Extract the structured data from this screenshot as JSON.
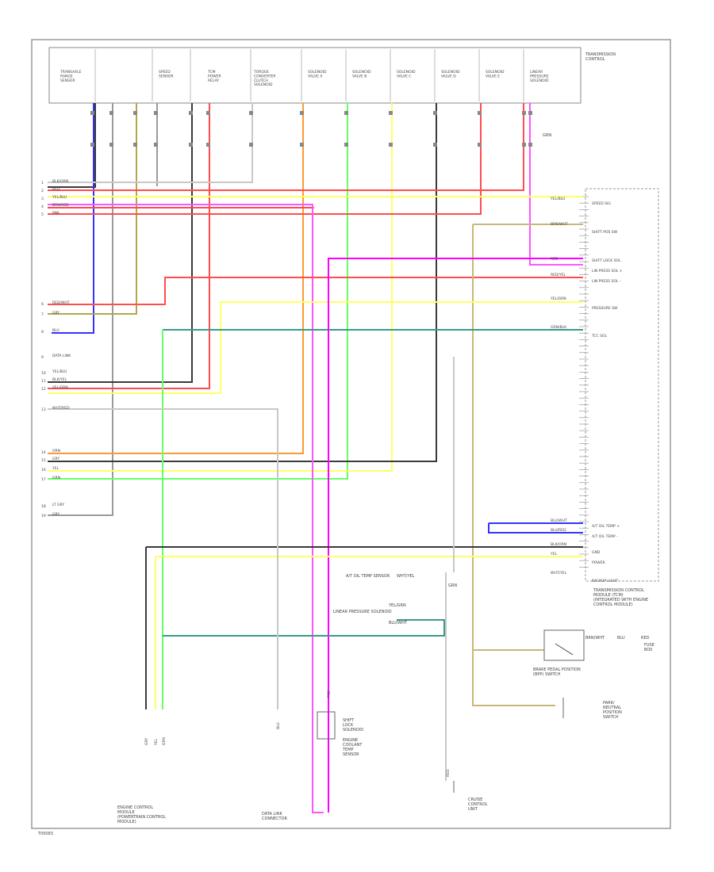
{
  "diagram": {
    "page_number": "T00083",
    "title_right": "TRANSMISSION\nCONTROL",
    "top_connectors": [
      "TRANSAXLE\nRANGE\nSENSOR",
      "",
      "SPEED\nSENSOR",
      "TCM\nPOWER\nRELAY",
      "TORQUE\nCONVERTER\nCLUTCH\nSOLENOID",
      "SOLENOID\nVALVE A",
      "SOLENOID\nVALVE B",
      "SOLENOID\nVALVE C",
      "SOLENOID\nVALVE D",
      "SOLENOID\nVALVE E",
      "LINEAR\nPRESSURE\nSOLENOID"
    ],
    "upper_right_label": "GRN",
    "left_wire_labels": [
      "BLK/ORN",
      "RED",
      "YEL/BLU",
      "BRN/RED",
      "PNK",
      "RED/WHT",
      "GRY",
      "BLU",
      "DATA LINK",
      "YEL/BLU",
      "BLK/YEL",
      "YEL/GRN",
      "WHT/RED",
      "ORN",
      "GRY",
      "YEL",
      "GRN",
      "LT GRY",
      "GRY"
    ],
    "tcm_pin_labels": [
      "SPEED SIG",
      "SHIFT POS SW",
      "SHIFT LOCK SOL",
      "LIN PRESS SOL +",
      "LIN PRESS SOL -",
      "PRESSURE SW",
      "TCC SOL",
      "A/T OIL TEMP +",
      "A/T OIL TEMP -",
      "GND",
      "POWER",
      "BACKUP LIGHT"
    ],
    "tcm_wire_labels": [
      "YEL/BLU",
      "BRN/WHT",
      "RED",
      "RED/YEL",
      "YEL/GRN",
      "GRN/BLK",
      "BLU/WHT",
      "BLU/RED",
      "BLK/ORN",
      "YEL",
      "WHT/YEL"
    ],
    "tcm_box_label": "TRANSMISSION CONTROL\nMODULE (TCM)\n(INTEGRATED WITH ENGINE\nCONTROL MODULE)",
    "center_labels": [
      "A/T OIL TEMP SENSOR",
      "WHT/YEL",
      "LINEAR PRESSURE SOLENOID",
      "YEL/GRN",
      "BLU/WHT",
      "GRN"
    ],
    "right_switch_label": "BRAKE PEDAL POSITION\n(BPP) SWITCH",
    "right_switch_wires": [
      "BRN/WHT",
      "BLU",
      "RED"
    ],
    "right_fuse_label": "FUSE\nBOX",
    "right_ground_label": "PARK/\nNEUTRAL\nPOSITION\nSWITCH",
    "bottom_labels": [
      "ENGINE CONTROL\nMODULE\n(POWERTRAIN CONTROL\nMODULE)",
      "DATA LINK\nCONNECTOR",
      "SHIFT\nLOCK\nSOLENOID",
      "CRUISE\nCONTROL\nUNIT",
      "ENGINE\nCOOLANT\nTEMP\nSENSOR"
    ],
    "bottom_wire_labels": [
      "GRY",
      "YEL",
      "GRN",
      "BLU",
      "PNK",
      "RED"
    ],
    "colors": {
      "black": "#3a3a3a",
      "gray": "#9a9a9a",
      "lightgray": "#c8c8c8",
      "red": "#ff4d4d",
      "pink": "#ff55ff",
      "magenta": "#ff00ff",
      "blue": "#3333ff",
      "yellow": "#ffff66",
      "olive": "#b5a64a",
      "orange": "#ff9933",
      "green": "#66ff66",
      "teal": "#3a9a8a",
      "tan": "#c8b878"
    }
  }
}
